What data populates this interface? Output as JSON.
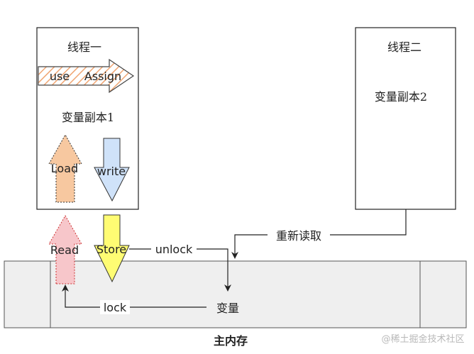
{
  "thread1": {
    "title": "线程一",
    "copy_label": "变量副本1"
  },
  "thread2": {
    "title": "线程二",
    "copy_label": "变量副本2"
  },
  "arrows": {
    "use": "use",
    "assign": "Assign",
    "load": "Load",
    "write": "write",
    "read": "Read",
    "store": "Store",
    "unlock": "unlock",
    "lock": "lock",
    "reread": "重新读取"
  },
  "main_memory": {
    "label": "主内存",
    "variable": "变量"
  },
  "watermark": "@稀土掘金技术社区",
  "colors": {
    "orange": "#f7c8a0",
    "blue": "#cfe2f9",
    "pink": "#f7c6ca",
    "yellow": "#fffc73",
    "memory_fill": "#efefef"
  }
}
